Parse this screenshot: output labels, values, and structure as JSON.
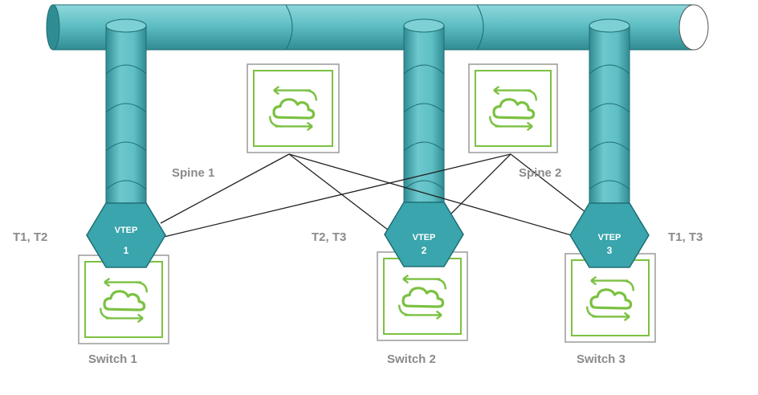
{
  "colors": {
    "tunnel_fill": "#5fbfc4",
    "tunnel_dark": "#2f8c92",
    "tunnel_light": "#8fd8dc",
    "vtep_fill": "#3aa5ad",
    "switch_green": "#7bc142",
    "switch_frame": "#9a9a9a",
    "link": "#222222",
    "label_gray": "#8a8a8a"
  },
  "spines": [
    {
      "label": "Spine 1",
      "icon": "cloud-switch-icon"
    },
    {
      "label": "Spine 2",
      "icon": "cloud-switch-icon"
    }
  ],
  "vteps": [
    {
      "label": "VTEP",
      "number": "1",
      "tunnels": "T1, T2"
    },
    {
      "label": "VTEP",
      "number": "2",
      "tunnels": "T2, T3"
    },
    {
      "label": "VTEP",
      "number": "3",
      "tunnels": "T1, T3"
    }
  ],
  "switches": [
    {
      "label": "Switch 1",
      "icon": "cloud-switch-icon"
    },
    {
      "label": "Switch 2",
      "icon": "cloud-switch-icon"
    },
    {
      "label": "Switch 3",
      "icon": "cloud-switch-icon"
    }
  ]
}
